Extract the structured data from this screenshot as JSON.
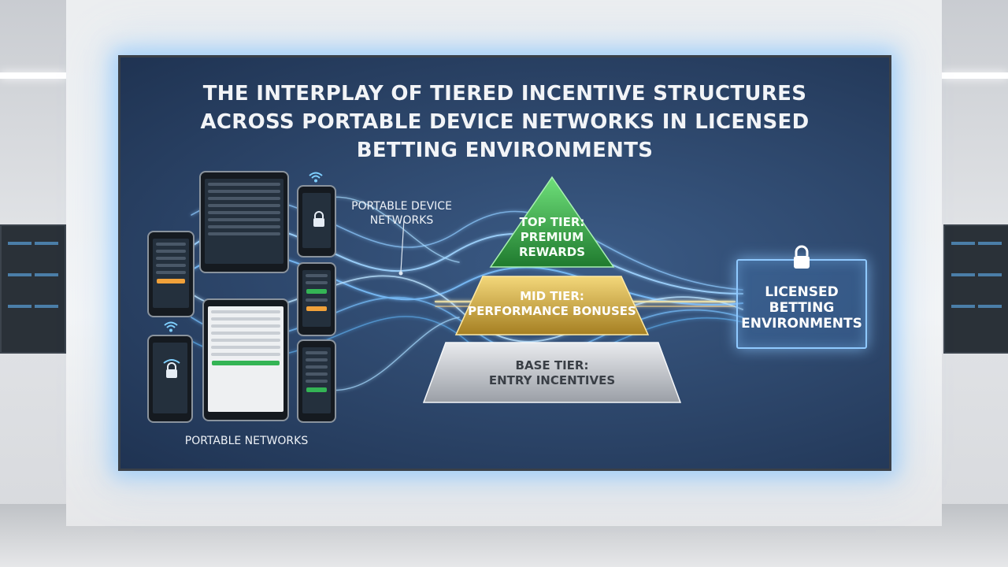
{
  "title_lines": [
    "THE INTERPLAY OF TIERED INCENTIVE STRUCTURES",
    "ACROSS PORTABLE DEVICE NETWORKS IN LICENSED",
    "BETTING ENVIRONMENTS"
  ],
  "labels": {
    "portable_device_networks": [
      "PORTABLE DEVICE",
      "NETWORKS"
    ],
    "portable_networks": "PORTABLE NETWORKS"
  },
  "tiers": {
    "top": [
      "TOP TIER:",
      "PREMIUM",
      "REWARDS"
    ],
    "mid": [
      "MID TIER:",
      "PERFORMANCE BONUSES"
    ],
    "base": [
      "BASE TIER:",
      "ENTRY INCENTIVES"
    ]
  },
  "destination": [
    "LICENSED",
    "BETTING",
    "ENVIRONMENTS"
  ],
  "icons": {
    "destination": "lock-icon",
    "phone": "lock-icon",
    "signal": "wifi-icon"
  },
  "colors": {
    "screen_bg": "#2c4569",
    "top_tier": "#2e9a3f",
    "mid_tier": "#c9a43a",
    "base_tier": "#c4c7cb",
    "flow_glow": "#9ed4ff"
  }
}
